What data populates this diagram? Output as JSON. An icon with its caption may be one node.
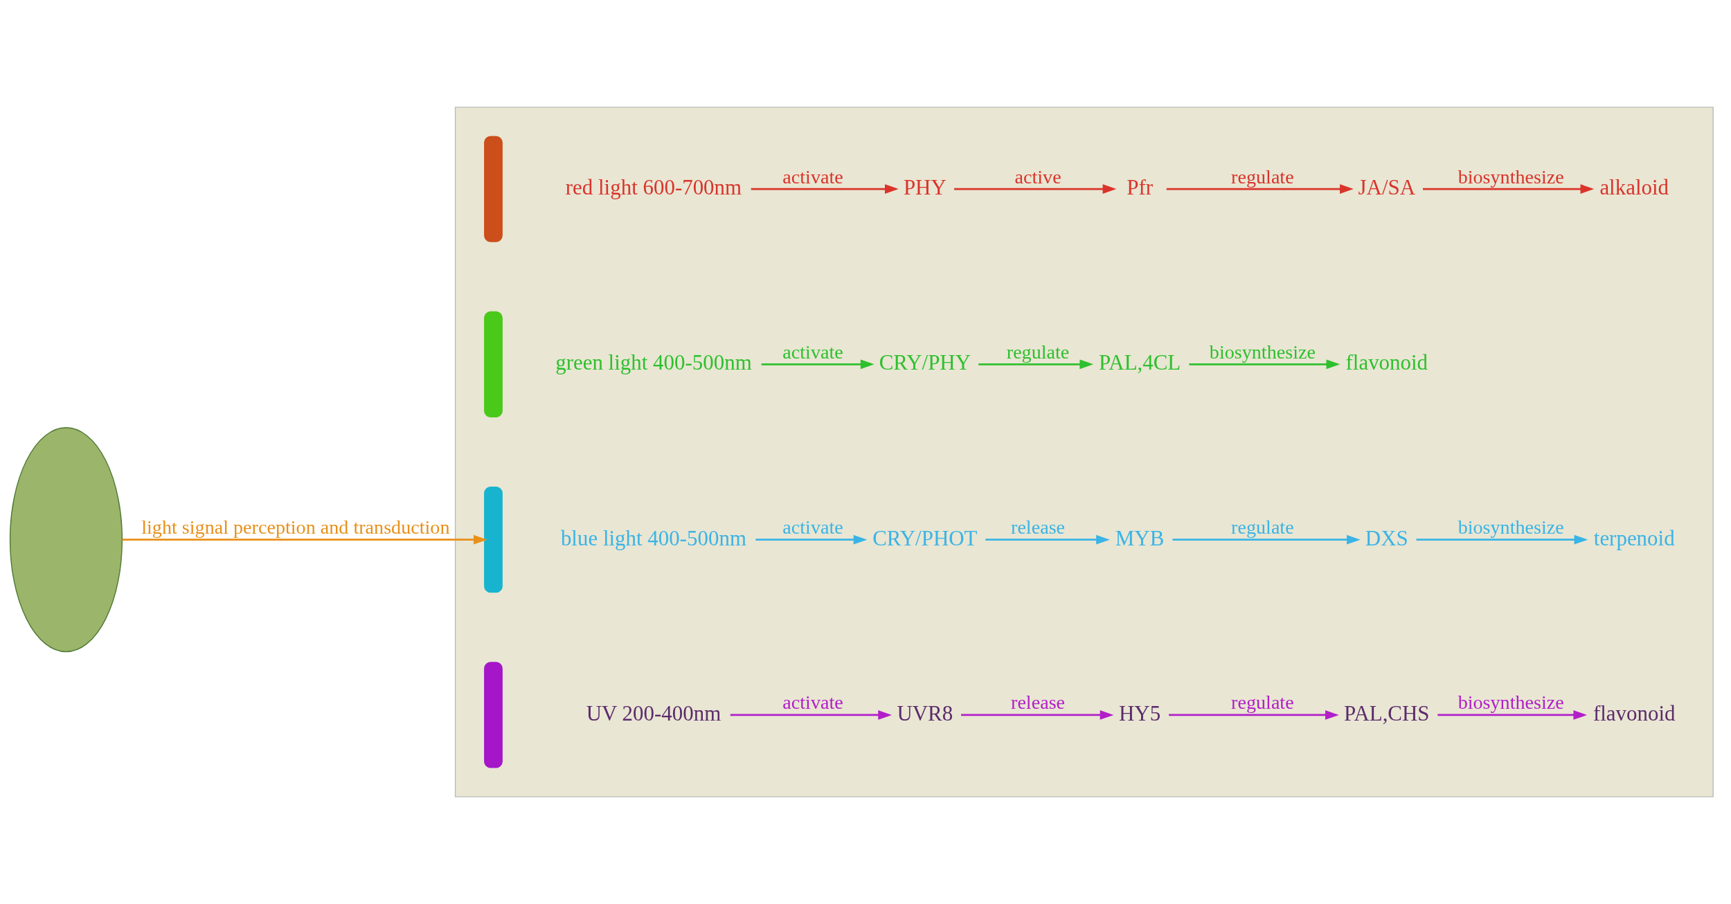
{
  "diagram": {
    "nodes": [
      {
        "text": [],
        "shape": "leaf"
      },
      {
        "text": [],
        "shape": "box"
      },
      {
        "text": [],
        "shape": "bar",
        "in": 1
      },
      {
        "text": [],
        "shape": "bar",
        "in": 1
      },
      {
        "text": [],
        "shape": "bar",
        "in": 1
      },
      {
        "text": [],
        "shape": "bar",
        "in": 1
      },
      {
        "text": [
          "red light 600-700nm"
        ],
        "in": 1
      },
      {
        "text": [
          "PHY"
        ],
        "in": 1
      },
      {
        "text": [
          "Pfr"
        ],
        "in": 1
      },
      {
        "text": [
          "JA/SA"
        ],
        "in": 1
      },
      {
        "text": [
          "alkaloid"
        ],
        "in": 1
      },
      {
        "text": [
          "green light 400-500nm"
        ],
        "in": 1
      },
      {
        "text": [
          "CRY/PHY"
        ],
        "in": 1
      },
      {
        "text": [
          "PAL,4CL"
        ],
        "in": 1
      },
      {
        "text": [
          "flavonoid"
        ],
        "in": 1
      },
      {
        "text": [
          "blue light 400-500nm"
        ],
        "in": 1
      },
      {
        "text": [
          "CRY/PHOT"
        ],
        "in": 1
      },
      {
        "text": [
          "MYB"
        ],
        "in": 1
      },
      {
        "text": [
          "DXS"
        ],
        "in": 1
      },
      {
        "text": [
          "terpenoid"
        ],
        "in": 1
      },
      {
        "text": [
          "UV 200-400nm"
        ],
        "in": 1
      },
      {
        "text": [
          "UVR8"
        ],
        "in": 1
      },
      {
        "text": [
          "HY5"
        ],
        "in": 1
      },
      {
        "text": [
          "PAL,CHS"
        ],
        "in": 1
      },
      {
        "text": [
          "flavonoid"
        ],
        "in": 1
      }
    ],
    "edges": [
      {
        "from": 0,
        "to": 4,
        "arrow": "to",
        "label": "light signal perception and transduction",
        "color": "#e8901a"
      },
      {
        "from": 6,
        "to": 7,
        "arrow": "to",
        "label": "activate",
        "color": "#d9342b"
      },
      {
        "from": 7,
        "to": 8,
        "arrow": "to",
        "label": "active",
        "color": "#d9342b"
      },
      {
        "from": 8,
        "to": 9,
        "arrow": "to",
        "label": "regulate",
        "color": "#d9342b"
      },
      {
        "from": 9,
        "to": 10,
        "arrow": "to",
        "label": "biosynthesize",
        "color": "#d9342b"
      },
      {
        "from": 11,
        "to": 12,
        "arrow": "to",
        "label": "activate",
        "color": "#2ec02e"
      },
      {
        "from": 12,
        "to": 13,
        "arrow": "to",
        "label": "regulate",
        "color": "#2ec02e"
      },
      {
        "from": 13,
        "to": 14,
        "arrow": "to",
        "label": "biosynthesize",
        "color": "#2ec02e"
      },
      {
        "from": 15,
        "to": 16,
        "arrow": "to",
        "label": "activate",
        "color": "#3ab4e6"
      },
      {
        "from": 16,
        "to": 17,
        "arrow": "to",
        "label": "release",
        "color": "#3ab4e6"
      },
      {
        "from": 17,
        "to": 18,
        "arrow": "to",
        "label": "regulate",
        "color": "#3ab4e6"
      },
      {
        "from": 18,
        "to": 19,
        "arrow": "to",
        "label": "biosynthesize",
        "color": "#3ab4e6"
      },
      {
        "from": 20,
        "to": 21,
        "arrow": "to",
        "label": "activate",
        "color": "#b21ec9"
      },
      {
        "from": 21,
        "to": 22,
        "arrow": "to",
        "label": "release",
        "color": "#b21ec9"
      },
      {
        "from": 22,
        "to": 23,
        "arrow": "to",
        "label": "regulate",
        "color": "#b21ec9"
      },
      {
        "from": 23,
        "to": 24,
        "arrow": "to",
        "label": "biosynthesize",
        "color": "#b21ec9"
      }
    ]
  }
}
